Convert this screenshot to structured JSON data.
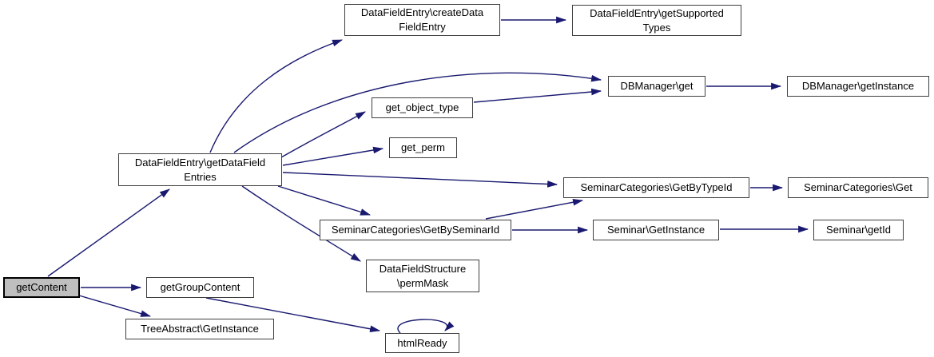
{
  "diagram": {
    "type": "call-graph",
    "background_color": "#ffffff",
    "edge_color": "#191970",
    "node_border_color": "#3f3f3f",
    "root_node_fill": "#bfbfbf",
    "nodes": {
      "getContent": {
        "label": "getContent",
        "lines": [
          "getContent"
        ],
        "highlighted": true
      },
      "getDataFieldEntries": {
        "label": "DataFieldEntry\\getDataFieldEntries",
        "lines": [
          "DataFieldEntry\\getDataField",
          "Entries"
        ]
      },
      "createDataFieldEntry": {
        "label": "DataFieldEntry\\createDataFieldEntry",
        "lines": [
          "DataFieldEntry\\createData",
          "FieldEntry"
        ]
      },
      "getSupportedTypes": {
        "label": "DataFieldEntry\\getSupportedTypes",
        "lines": [
          "DataFieldEntry\\getSupported",
          "Types"
        ]
      },
      "dbmanagerGet": {
        "label": "DBManager\\get",
        "lines": [
          "DBManager\\get"
        ]
      },
      "dbmanagerGetInstance": {
        "label": "DBManager\\getInstance",
        "lines": [
          "DBManager\\getInstance"
        ]
      },
      "getObjectType": {
        "label": "get_object_type",
        "lines": [
          "get_object_type"
        ]
      },
      "getPerm": {
        "label": "get_perm",
        "lines": [
          "get_perm"
        ]
      },
      "getByTypeId": {
        "label": "SeminarCategories\\GetByTypeId",
        "lines": [
          "SeminarCategories\\GetByTypeId"
        ]
      },
      "seminarCategoriesGet": {
        "label": "SeminarCategories\\Get",
        "lines": [
          "SeminarCategories\\Get"
        ]
      },
      "getBySeminarId": {
        "label": "SeminarCategories\\GetBySeminarId",
        "lines": [
          "SeminarCategories\\GetBySeminarId"
        ]
      },
      "seminarGetInstance": {
        "label": "Seminar\\GetInstance",
        "lines": [
          "Seminar\\GetInstance"
        ]
      },
      "seminarGetId": {
        "label": "Seminar\\getId",
        "lines": [
          "Seminar\\getId"
        ]
      },
      "permMask": {
        "label": "DataFieldStructure\\permMask",
        "lines": [
          "DataFieldStructure",
          "\\permMask"
        ]
      },
      "getGroupContent": {
        "label": "getGroupContent",
        "lines": [
          "getGroupContent"
        ]
      },
      "treeAbstractGetInstance": {
        "label": "TreeAbstract\\GetInstance",
        "lines": [
          "TreeAbstract\\GetInstance"
        ]
      },
      "htmlReady": {
        "label": "htmlReady",
        "lines": [
          "htmlReady"
        ]
      }
    },
    "edges": [
      {
        "from": "getContent",
        "to": "getDataFieldEntries"
      },
      {
        "from": "getContent",
        "to": "getGroupContent"
      },
      {
        "from": "getContent",
        "to": "treeAbstractGetInstance"
      },
      {
        "from": "getGroupContent",
        "to": "htmlReady"
      },
      {
        "from": "htmlReady",
        "to": "htmlReady"
      },
      {
        "from": "getDataFieldEntries",
        "to": "createDataFieldEntry"
      },
      {
        "from": "createDataFieldEntry",
        "to": "getSupportedTypes"
      },
      {
        "from": "getDataFieldEntries",
        "to": "dbmanagerGet"
      },
      {
        "from": "getDataFieldEntries",
        "to": "getObjectType"
      },
      {
        "from": "getObjectType",
        "to": "dbmanagerGet"
      },
      {
        "from": "dbmanagerGet",
        "to": "dbmanagerGetInstance"
      },
      {
        "from": "getDataFieldEntries",
        "to": "getPerm"
      },
      {
        "from": "getDataFieldEntries",
        "to": "getByTypeId"
      },
      {
        "from": "getByTypeId",
        "to": "seminarCategoriesGet"
      },
      {
        "from": "getDataFieldEntries",
        "to": "getBySeminarId"
      },
      {
        "from": "getBySeminarId",
        "to": "getByTypeId"
      },
      {
        "from": "getBySeminarId",
        "to": "seminarGetInstance"
      },
      {
        "from": "seminarGetInstance",
        "to": "seminarGetId"
      },
      {
        "from": "getDataFieldEntries",
        "to": "permMask"
      }
    ]
  }
}
